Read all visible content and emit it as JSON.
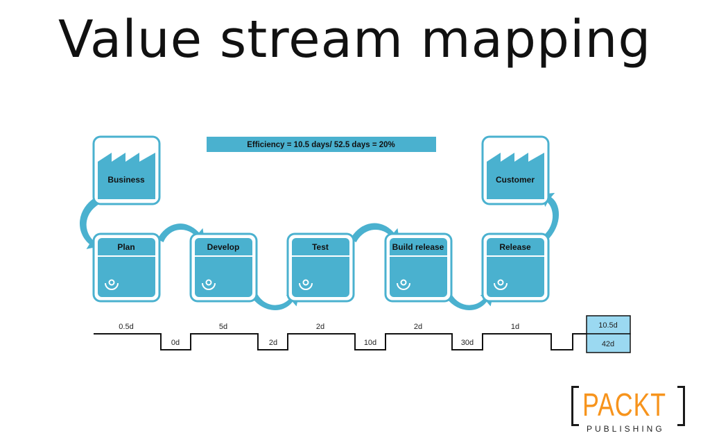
{
  "title": "Value stream mapping",
  "efficiency": "Efficiency = 10.5 days/ 52.5 days = 20%",
  "colors": {
    "box_fill": "#4ab1cf",
    "box_border": "#4ab1cf",
    "banner": "#4ab1cf",
    "summary_fill": "#9bd9f1",
    "logo_orange": "#f7941d"
  },
  "endpoints": [
    {
      "label": "Business",
      "icon": "factory-icon"
    },
    {
      "label": "Customer",
      "icon": "factory-icon"
    }
  ],
  "steps": [
    {
      "label": "Plan",
      "icon": "operator-icon"
    },
    {
      "label": "Develop",
      "icon": "operator-icon"
    },
    {
      "label": "Test",
      "icon": "operator-icon"
    },
    {
      "label": "Build release",
      "icon": "operator-icon"
    },
    {
      "label": "Release",
      "icon": "operator-icon"
    }
  ],
  "timeline": {
    "process_times": [
      "0.5d",
      "5d",
      "2d",
      "2d",
      "1d"
    ],
    "wait_times": [
      "0d",
      "2d",
      "10d",
      "30d"
    ],
    "total_process": "10.5d",
    "total_lead": "42d"
  },
  "logo": {
    "word": "PACKT",
    "sub": "PUBLISHING"
  }
}
